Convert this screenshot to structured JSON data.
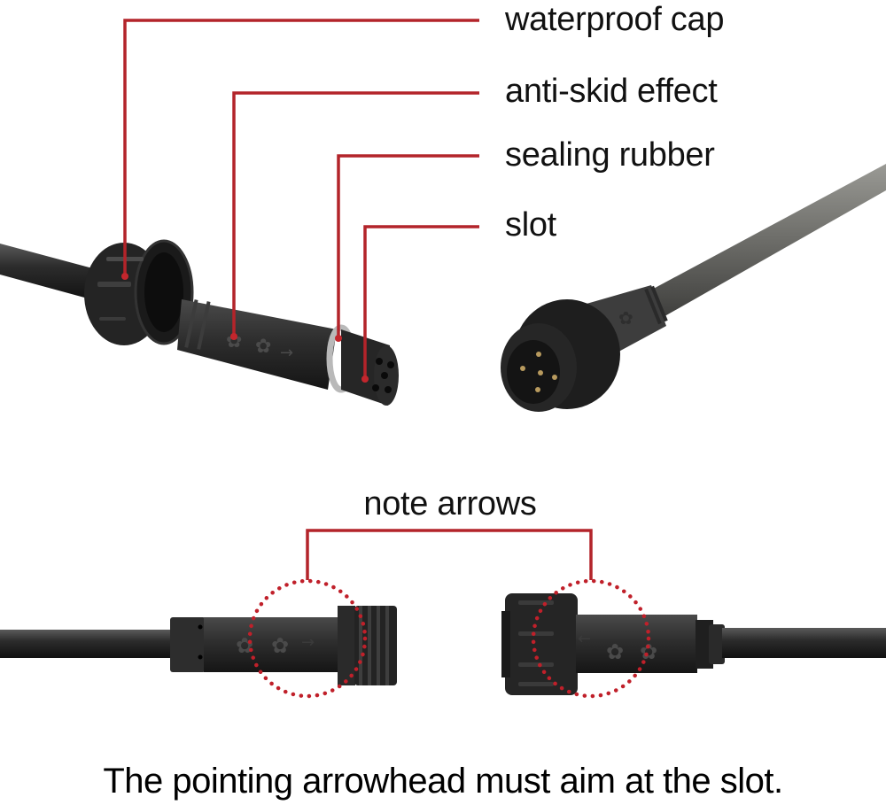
{
  "callouts": {
    "waterproof_cap": "waterproof cap",
    "anti_skid_effect": "anti-skid effect",
    "sealing_rubber": "sealing rubber",
    "slot": "slot"
  },
  "note_label": "note arrows",
  "caption": "The pointing arrowhead must aim at the slot.",
  "colors": {
    "callout_line": "#b3242a",
    "connector_body": "#2b2b2b",
    "cable_grey": "#6a6a66",
    "text": "#111111",
    "background": "#ffffff"
  }
}
